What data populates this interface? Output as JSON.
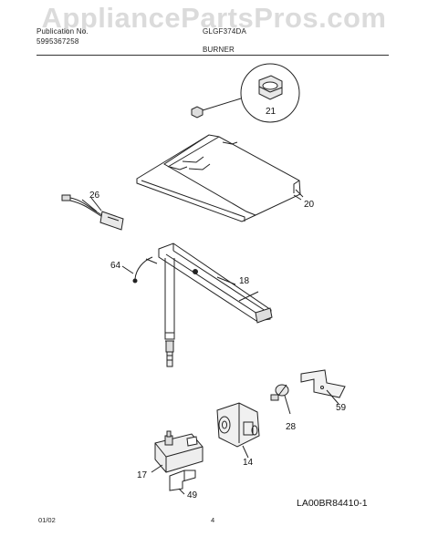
{
  "watermark": "AppliancePartsPros.com",
  "header": {
    "left_line1": "Publication No.",
    "left_line2": "5995367258",
    "model": "GLGF374DA",
    "section": "BURNER"
  },
  "parts": [
    {
      "number": "21"
    },
    {
      "number": "20"
    },
    {
      "number": "26"
    },
    {
      "number": "64"
    },
    {
      "number": "18"
    },
    {
      "number": "59"
    },
    {
      "number": "28"
    },
    {
      "number": "14"
    },
    {
      "number": "17"
    },
    {
      "number": "49"
    }
  ],
  "diagram_code": "LA00BR84410-1",
  "footer": {
    "date": "01/02",
    "page": "4"
  }
}
